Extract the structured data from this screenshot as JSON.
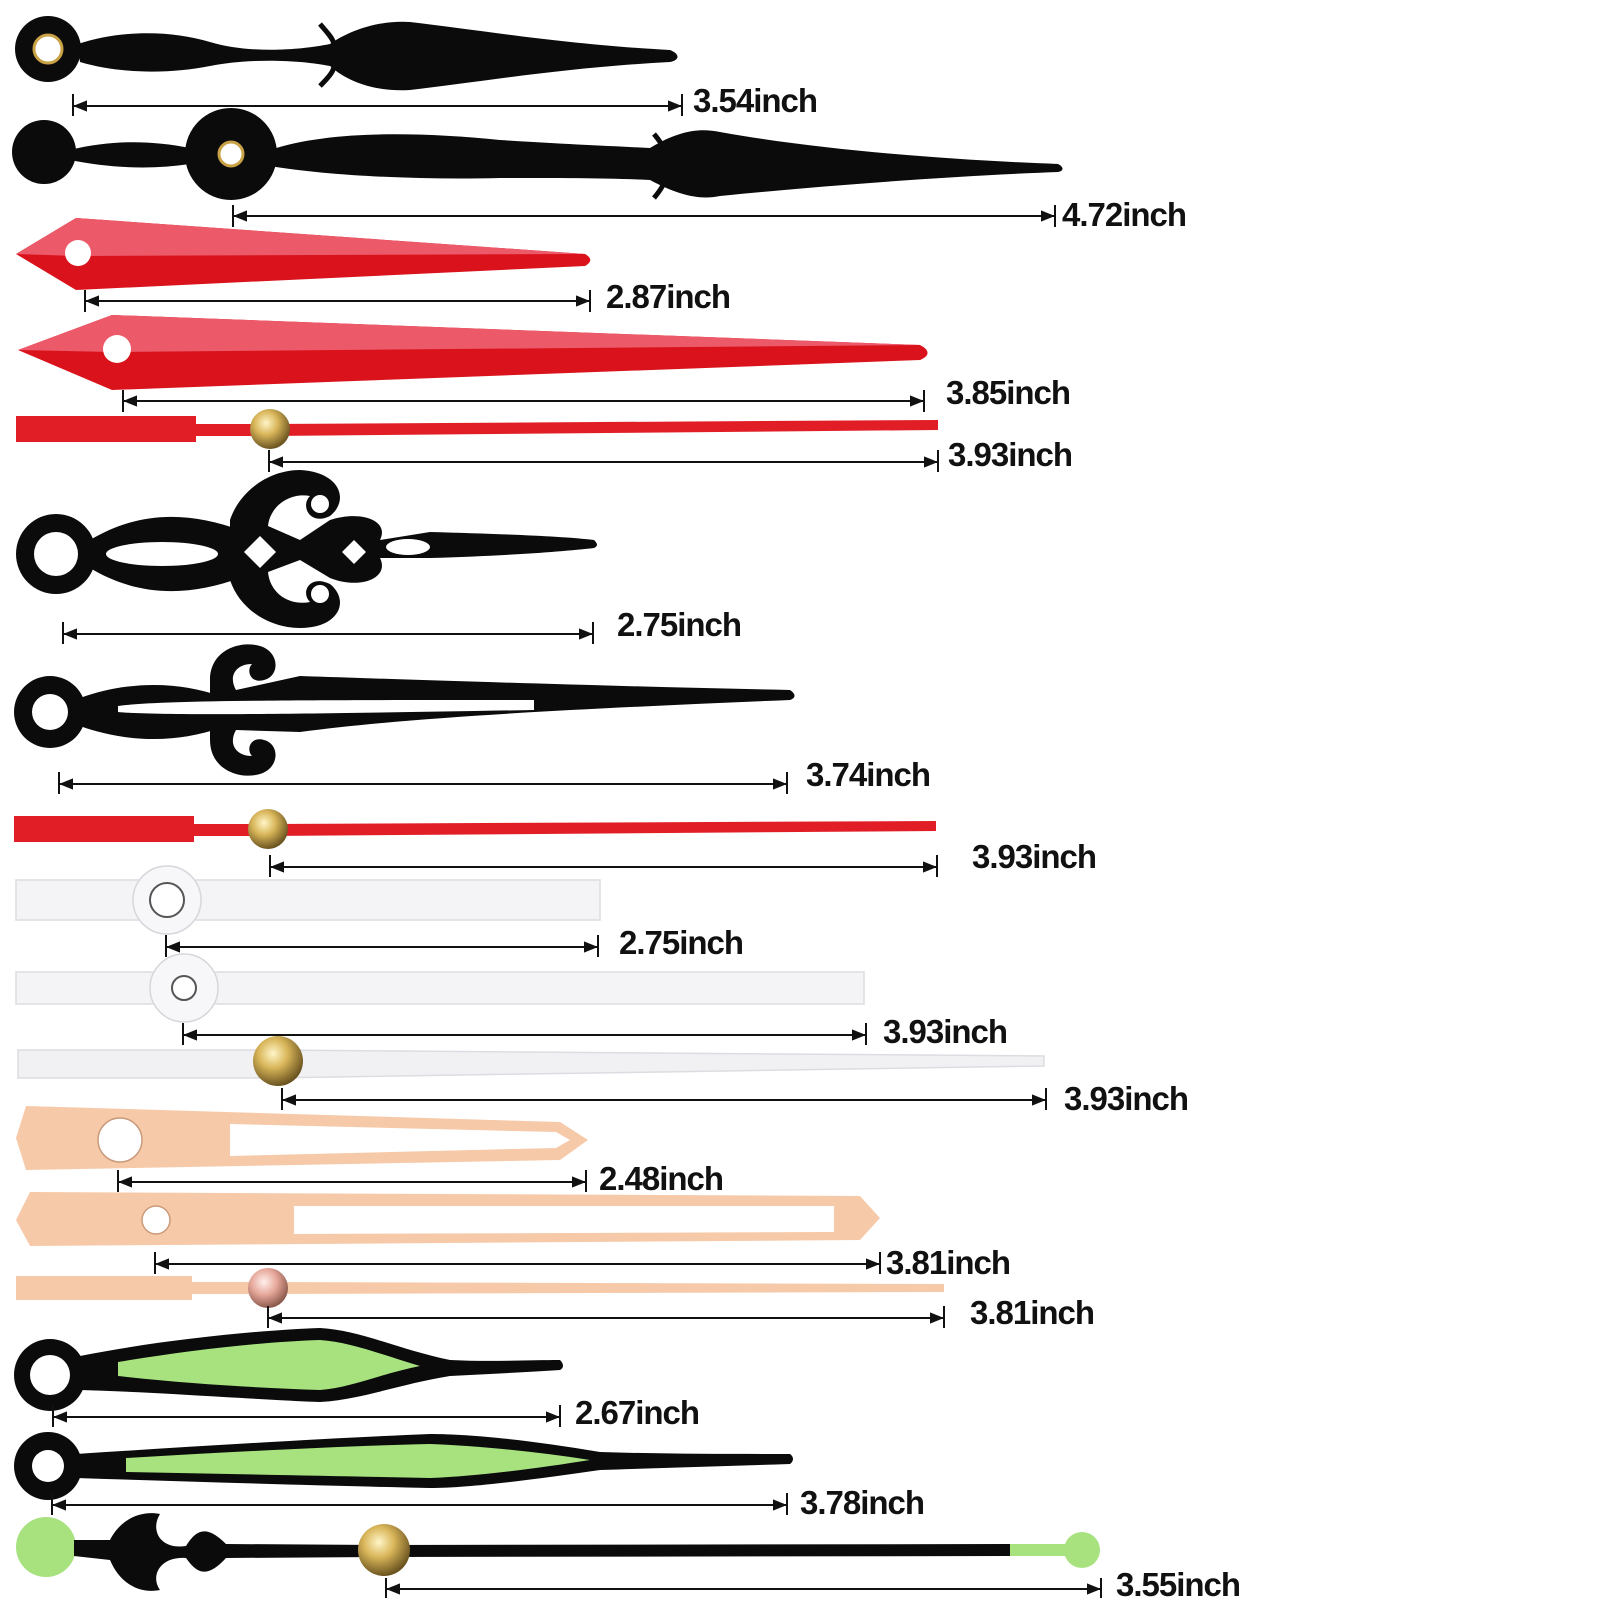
{
  "colors": {
    "black": "#0b0b0b",
    "red": "#d9121b",
    "red_highlight": "#ec5a6a",
    "white_hand": "#f4f4f6",
    "white_edge": "#dcdce2",
    "rose_gold": "#f6c9a8",
    "lume_green": "#a7e27f",
    "brass": "#d9b65a",
    "dimension_line": "#111111"
  },
  "hands": [
    {
      "label": "3.54inch",
      "color": "black",
      "style": "spade-hour"
    },
    {
      "label": "4.72inch",
      "color": "black",
      "style": "spade-minute"
    },
    {
      "label": "2.87inch",
      "color": "red",
      "style": "sword-hour"
    },
    {
      "label": "3.85inch",
      "color": "red",
      "style": "sword-minute"
    },
    {
      "label": "3.93inch",
      "color": "red",
      "style": "second"
    },
    {
      "label": "2.75inch",
      "color": "black",
      "style": "ornate-hour"
    },
    {
      "label": "3.74inch",
      "color": "black",
      "style": "ornate-minute"
    },
    {
      "label": "3.93inch",
      "color": "red",
      "style": "second"
    },
    {
      "label": "2.75inch",
      "color": "white",
      "style": "baton-hour"
    },
    {
      "label": "3.93inch",
      "color": "white",
      "style": "baton-minute"
    },
    {
      "label": "3.93inch",
      "color": "white",
      "style": "second"
    },
    {
      "label": "2.48inch",
      "color": "rose-gold",
      "style": "skeleton-hour"
    },
    {
      "label": "3.81inch",
      "color": "rose-gold",
      "style": "skeleton-minute"
    },
    {
      "label": "3.81inch",
      "color": "rose-gold",
      "style": "second"
    },
    {
      "label": "2.67inch",
      "color": "black-lume",
      "style": "lume-hour"
    },
    {
      "label": "3.78inch",
      "color": "black-lume",
      "style": "lume-minute"
    },
    {
      "label": "3.55inch",
      "color": "black-lume",
      "style": "lume-second"
    }
  ]
}
